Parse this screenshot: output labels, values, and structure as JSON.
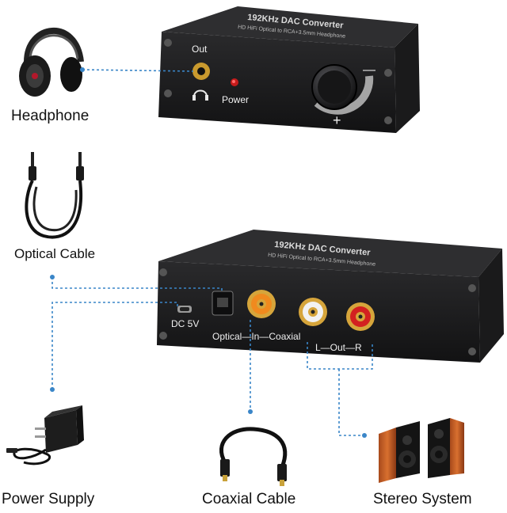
{
  "labels": {
    "headphone": "Headphone",
    "optical_cable": "Optical Cable",
    "power_supply": "Power Supply",
    "coaxial_cable": "Coaxial Cable",
    "stereo_system": "Stereo System"
  },
  "device_top": {
    "model": "192KHz DAC Converter",
    "subtitle": "HD HiFi Optical to RCA+3.5mm Headphone",
    "out": "Out",
    "power": "Power",
    "vol_minus": "—",
    "vol_plus": "+"
  },
  "device_bottom": {
    "model": "192KHz DAC Converter",
    "subtitle": "HD HiFi Optical to RCA+3.5mm Headphone",
    "dc": "DC 5V",
    "optical_in_coaxial": "Optical—In—Coaxial",
    "l_out_r": "L—Out—R"
  },
  "colors": {
    "device_body": "#2b2b2d",
    "device_face": "#1c1c1e",
    "connector_line": "#3a86c8",
    "rca_red": "#d32020",
    "rca_white": "#f2f2f2",
    "rca_orange": "#f08a1e",
    "gold": "#d6a53b"
  }
}
